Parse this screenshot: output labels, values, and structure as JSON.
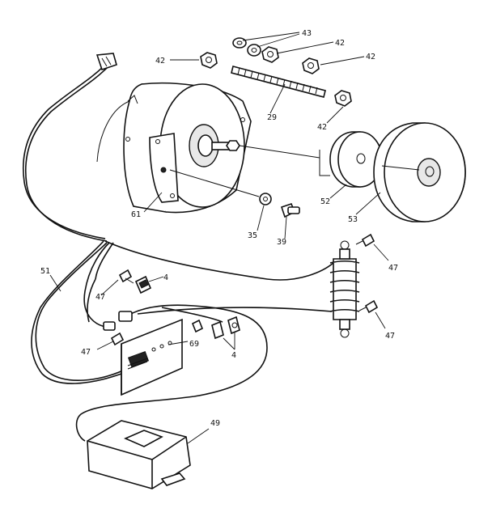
{
  "callouts": {
    "c43": "43",
    "c42a": "42",
    "c42b": "42",
    "c42c": "42",
    "c42d": "42",
    "c29": "29",
    "c61": "61",
    "c35": "35",
    "c39": "39",
    "c52": "52",
    "c53": "53",
    "c47a": "47",
    "c47b": "47",
    "c47c": "47",
    "c47d": "47",
    "c51": "51",
    "c4a": "4",
    "c4b": "4",
    "c69": "69",
    "c49": "49"
  }
}
